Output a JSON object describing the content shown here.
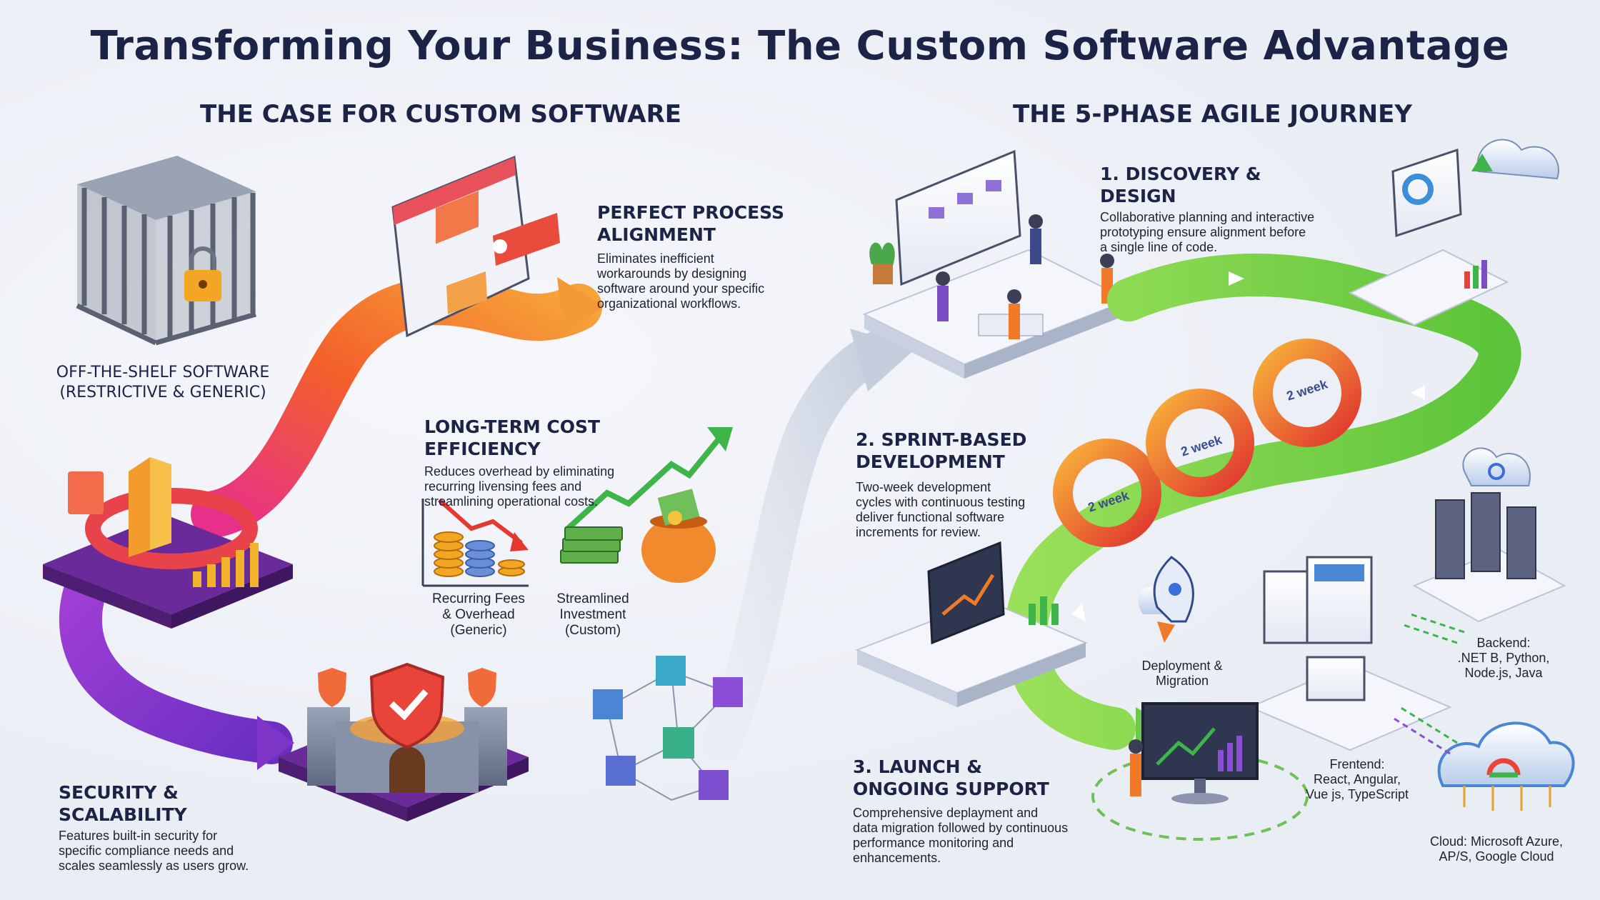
{
  "title": "Transforming Your Business: The Custom Software Advantage",
  "left": {
    "heading": "THE CASE FOR CUSTOM SOFTWARE",
    "off_the_shelf": {
      "line1": "OFF-THE-SHELF SOFTWARE",
      "line2": "(RESTRICTIVE & GENERIC)"
    },
    "perfect_process": {
      "title_line1": "PERFECT PROCESS",
      "title_line2": "ALIGNMENT",
      "desc": [
        "Eliminates inefficient",
        "workarounds by designing",
        "software around your specific",
        "organizational workflows."
      ]
    },
    "cost_efficiency": {
      "title": "LONG-TERM COST EFFICIENCY",
      "desc": [
        "Reduces overhead by eliminating",
        "recurring livensing fees and",
        "streamlining operational costs."
      ],
      "recurring_caption": [
        "Recurring Fees",
        "& Overhead",
        "(Generic)"
      ],
      "streamlined_caption": [
        "Streamlined",
        "Investment",
        "(Custom)"
      ]
    },
    "security": {
      "title": "SECURITY & SCALABILITY",
      "desc": [
        "Features built-in security for",
        "specific compliance needs and",
        "scales seamlessly as users grow."
      ]
    }
  },
  "right": {
    "heading": "THE 5-PHASE AGILE JOURNEY",
    "discovery": {
      "title": "1. DISCOVERY & DESIGN",
      "desc": [
        "Collaborative planning and interactive",
        "prototyping ensure alignment before",
        "a single line of code."
      ]
    },
    "sprint": {
      "title_line1": "2. SPRINT-BASED",
      "title_line2": "DEVELOPMENT",
      "desc": [
        "Two-week development",
        "cycles with continuous testing",
        "deliver functional software",
        "increments for review."
      ],
      "loop_label": "2 week"
    },
    "launch": {
      "title_line1": "3. LAUNCH &",
      "title_line2": "ONGOING SUPPORT",
      "desc": [
        "Comprehensive deplayment and",
        "data migration followed by continuous",
        "performance monitoring and",
        "enhancements."
      ]
    },
    "deployment_label": [
      "Deployment &",
      "Migration"
    ],
    "backend": [
      "Backend:",
      ".NET B, Python,",
      "Node.js, Java"
    ],
    "frontend": [
      "Frentend:",
      "React, Angular,",
      "Vue js, TypeScript"
    ],
    "cloud": [
      "Cloud: Microsoft Azure,",
      "AP/S, Google Cloud"
    ]
  },
  "colors": {
    "navy": "#1b2446",
    "orange": "#f37a2a",
    "purple": "#8a3cc9",
    "green": "#7ed44a",
    "red": "#e8443a"
  }
}
